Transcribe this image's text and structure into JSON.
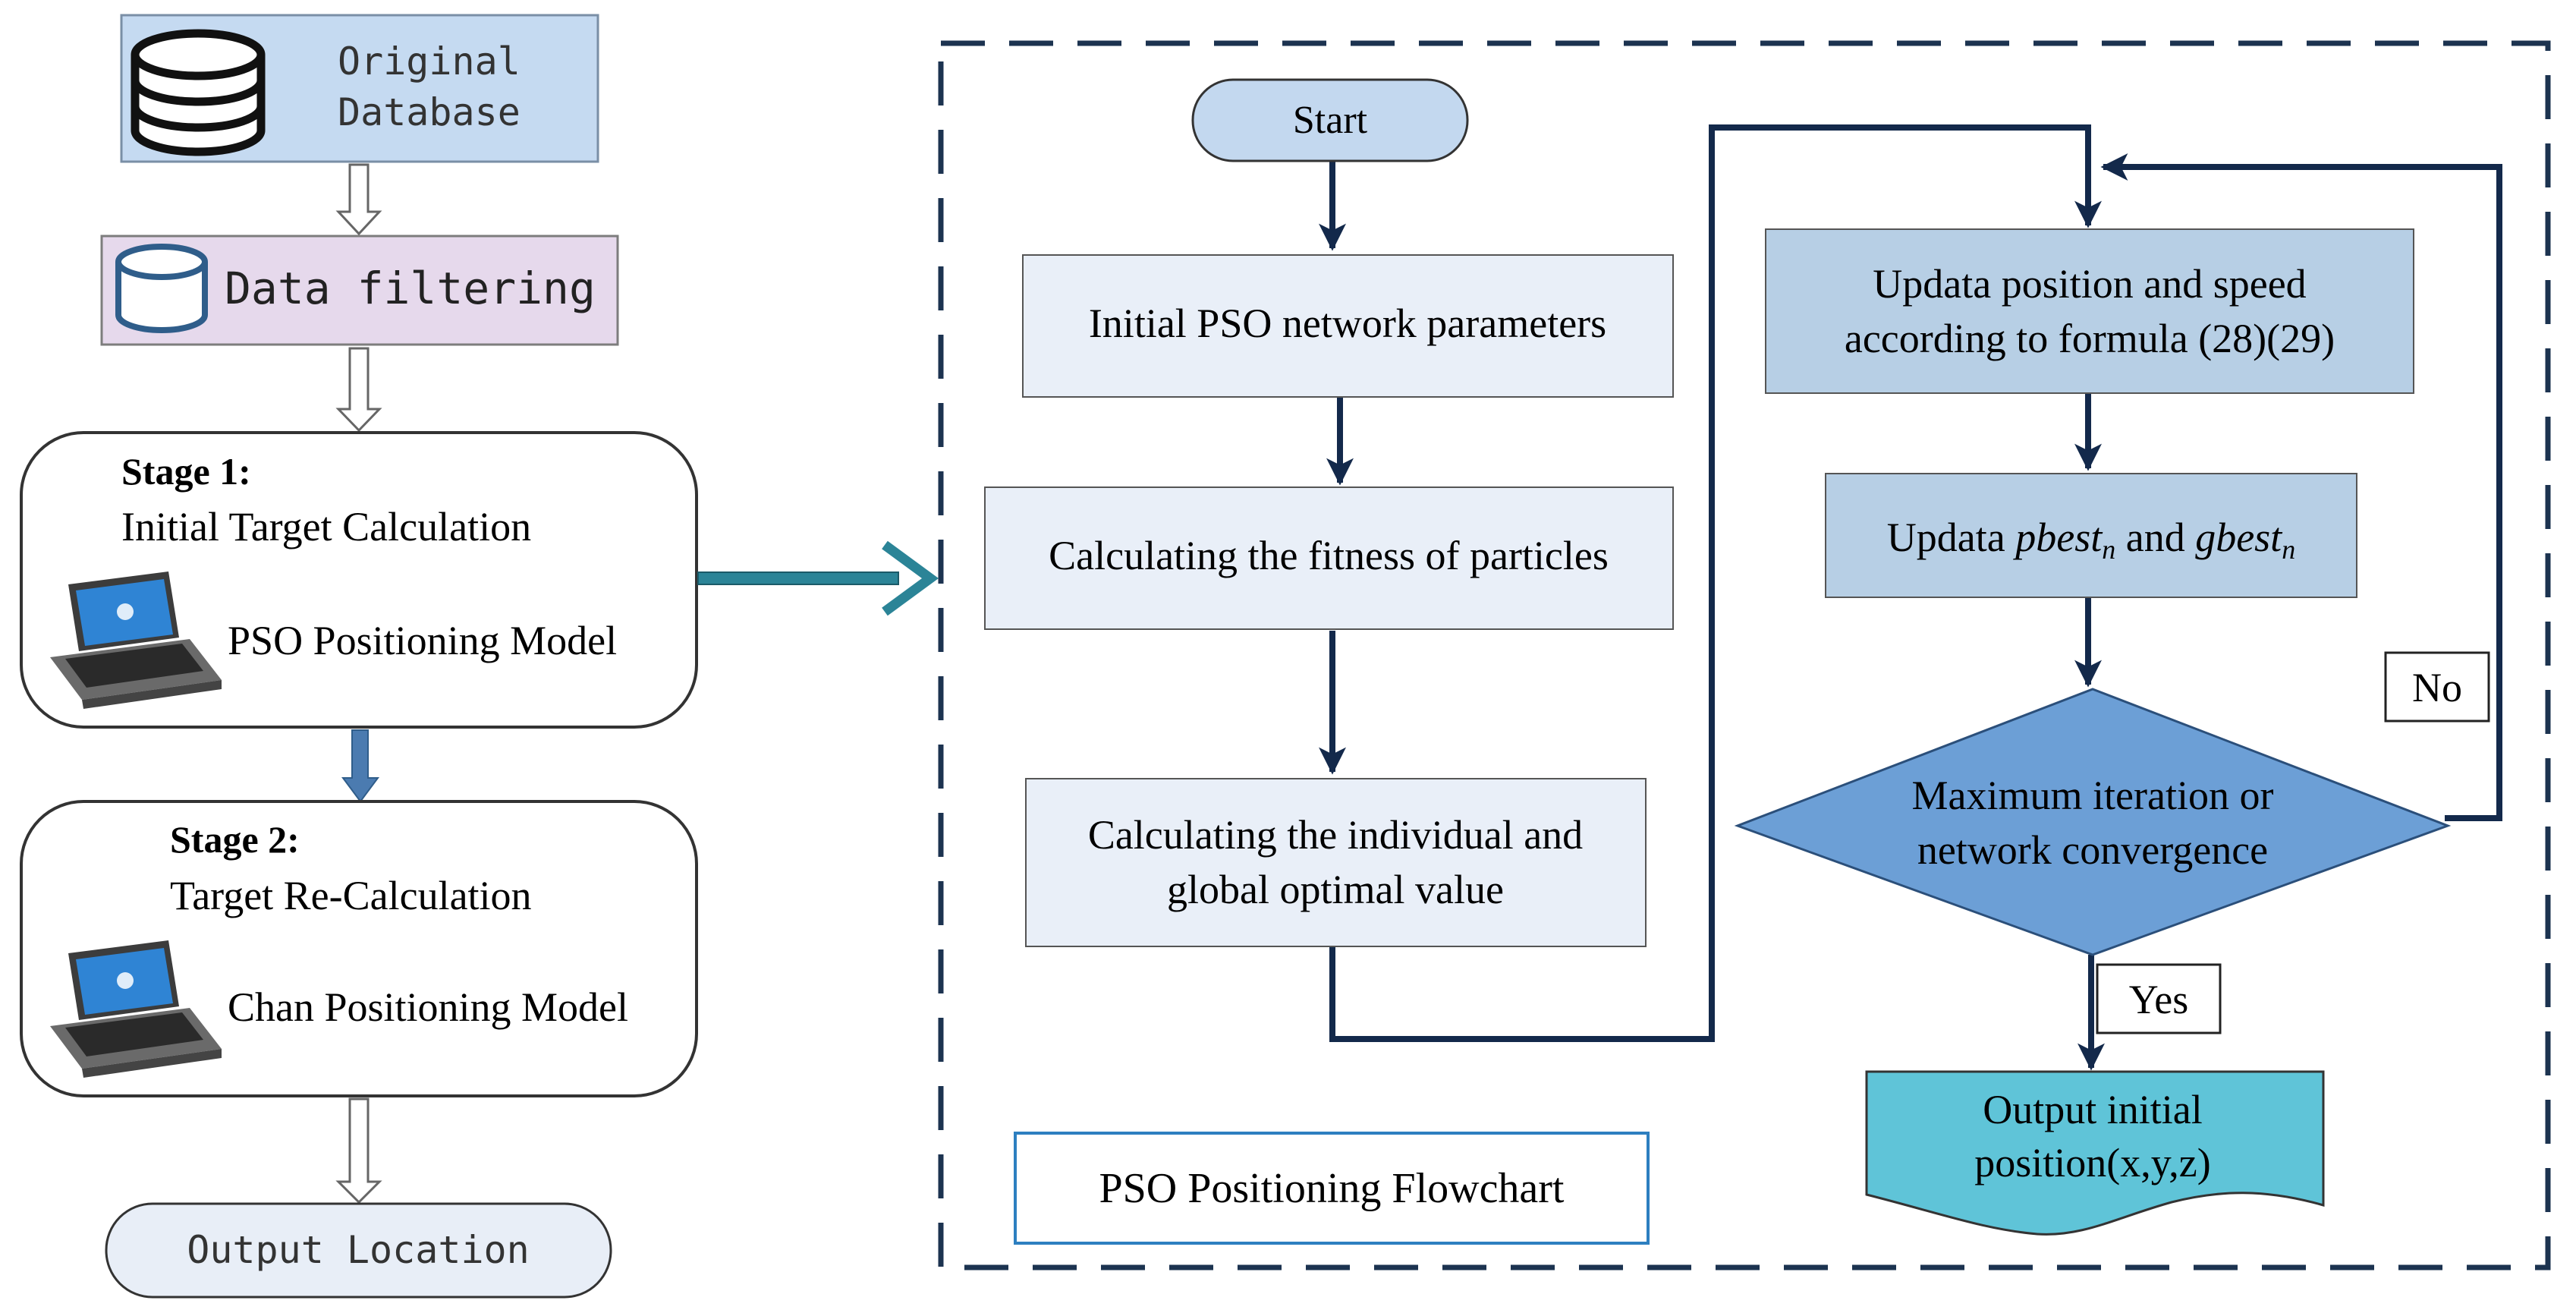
{
  "left_pipeline": {
    "original_database": {
      "line1": "Original",
      "line2": "Database"
    },
    "data_filtering": "Data filtering",
    "stage1": {
      "heading": "Stage 1:",
      "title": "Initial Target Calculation",
      "model": "PSO Positioning Model"
    },
    "stage2": {
      "heading": "Stage 2:",
      "title": "Target Re-Calculation",
      "model": "Chan Positioning Model"
    },
    "output_location": "Output Location"
  },
  "flowchart": {
    "title": "PSO Positioning  Flowchart",
    "start": "Start",
    "init_params": "Initial PSO network parameters",
    "fitness": "Calculating the fitness of particles",
    "optimal": {
      "line1": "Calculating the individual and",
      "line2": "global optimal value"
    },
    "update_pos": {
      "line1": "Updata  position and speed",
      "line2": "according to formula (28)(29)"
    },
    "update_best": {
      "prefix": "Updata ",
      "pbest": "pbest",
      "pbest_sub": "n",
      "middle": " and ",
      "gbest": "gbest",
      "gbest_sub": "n"
    },
    "decision": {
      "line1": "Maximum iteration  or",
      "line2": "network convergence"
    },
    "no_label": "No",
    "yes_label": "Yes",
    "output": {
      "line1": "Output initial",
      "line2": "position(x,y,z)"
    }
  },
  "colors": {
    "db_box": "#c5daf1",
    "filter_box": "#e6d9ec",
    "stage_box": "#ffffff",
    "output_location": "#e8eef7",
    "flow_light": "#e9eff8",
    "flow_mid": "#b7cfe5",
    "start": "#c3d8ef",
    "decision": "#6c9fd6",
    "output_doc": "#5fc4d8",
    "arrow_dark": "#13294b",
    "arrow_teal": "#2b8497",
    "arrow_stage": "#4b7bb0",
    "dash_border": "#1c3350"
  },
  "icons": [
    "database-icon",
    "laptop-icon"
  ]
}
